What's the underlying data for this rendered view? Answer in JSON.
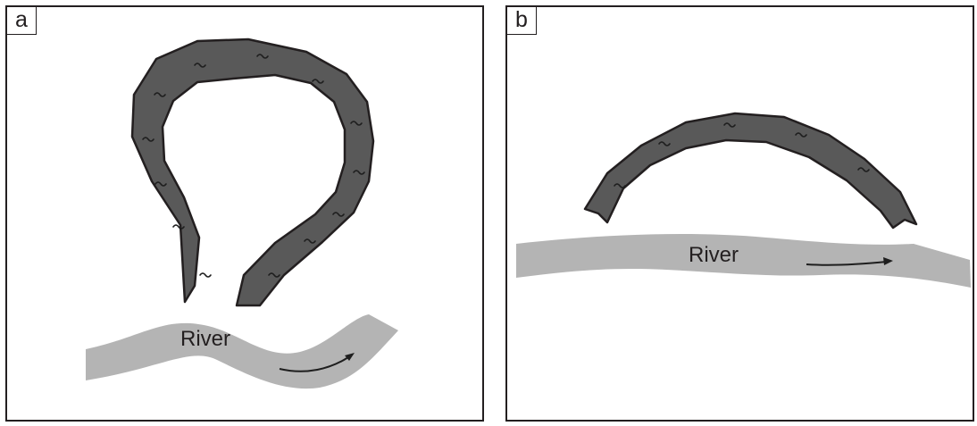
{
  "panels": [
    {
      "tag": "a",
      "river_label": "River"
    },
    {
      "tag": "b",
      "river_label": "River"
    }
  ],
  "colors": {
    "outline": "#231f20",
    "oxbow_fill": "#595959",
    "river_fill": "#b4b4b4",
    "background": "#ffffff"
  },
  "icons": {
    "wave_mark": "tilde-icon",
    "flow_arrow": "arrow-right-icon"
  }
}
